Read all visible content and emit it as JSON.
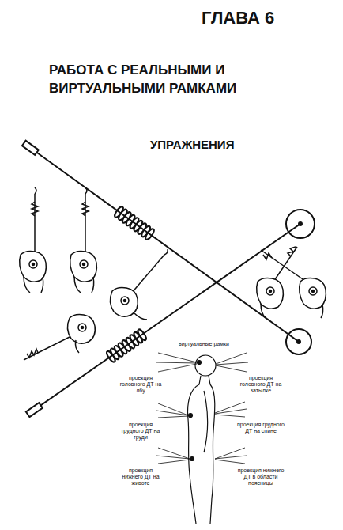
{
  "diagram": {
    "title": "РАБОТА С РЕАЛЬНЫМИ И ВИРТУАЛЬНЫМИ РАМКАМИ",
    "labels": [
      "ГЛАВА 6",
      "УПРАЖНЕНИЯ",
      "виртуальные рамки",
      "проекция головного ДТ на лбу",
      "проекция головного ДТ на затылке",
      "проекция грудного ДТ на груди",
      "проекция грудного ДТ на спине",
      "проекция нижнего ДТ на животе",
      "проекция нижнего ДТ в области поясницы"
    ]
  }
}
